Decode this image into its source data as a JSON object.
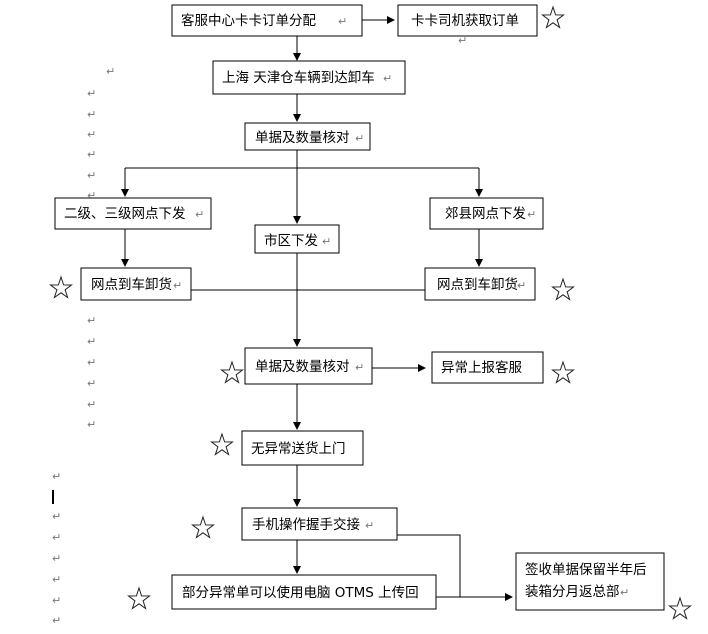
{
  "nodes": {
    "n1": "客服中心卡卡订单分配",
    "n2": "卡卡司机获取订单",
    "n3": "上海 天津仓车辆到达卸车",
    "n4": "单据及数量核对",
    "n5": "二级、三级网点下发",
    "n6": "市区下发",
    "n7": "郊县网点下发",
    "n8": "网点到车卸货",
    "n9": "网点到车卸货",
    "n10": "单据及数量核对",
    "n11": "异常上报客服",
    "n12": "无异常送货上门",
    "n13": "手机操作握手交接",
    "n14": "部分异常单可以使用电脑 OTMS 上传回",
    "n15a": "签收单据保留半年后",
    "n15b": "装箱分月返总部"
  },
  "paragraph_mark": "↵",
  "star_icon": "star-icon"
}
